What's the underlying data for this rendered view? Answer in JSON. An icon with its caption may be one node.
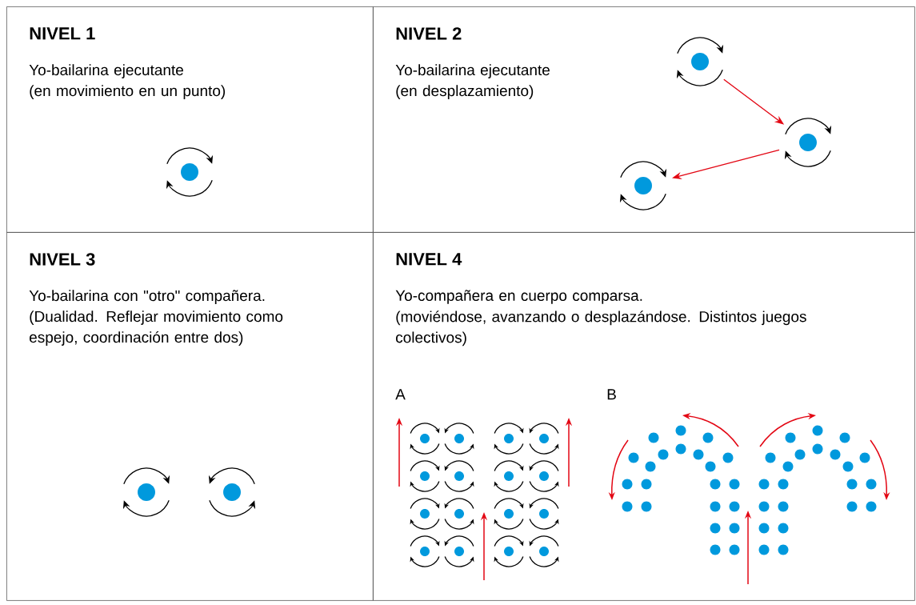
{
  "diagram": {
    "nodes": [
      {
        "text": [
          "NIVEL 1",
          "Yo-bailarina ejecutante",
          "(en movimiento en un punto)"
        ]
      },
      {
        "text": [
          "NIVEL 2",
          "Yo-bailarina ejecutante",
          "(en desplazamiento)"
        ]
      },
      {
        "text": [
          "NIVEL 3",
          "Yo-bailarina con \"otro\" compañera.",
          "(Dualidad. Reflejar movimiento como espejo, coordinación entre dos)"
        ]
      },
      {
        "text": [
          "NIVEL 4",
          "Yo-compañera en cuerpo comparsa.",
          "(moviéndose, avanzando o desplazándose. Distintos juegos colectivos)"
        ]
      },
      {
        "text": [],
        "shape": "circle",
        "in": 1
      },
      {
        "text": [],
        "shape": "circle",
        "in": 1
      },
      {
        "text": [],
        "shape": "circle",
        "in": 1
      }
    ],
    "edges": [
      {
        "from": 4,
        "to": 5,
        "arrow": "to"
      },
      {
        "from": 5,
        "to": 6,
        "arrow": "to"
      }
    ],
    "labels": [
      "A",
      "B"
    ]
  }
}
